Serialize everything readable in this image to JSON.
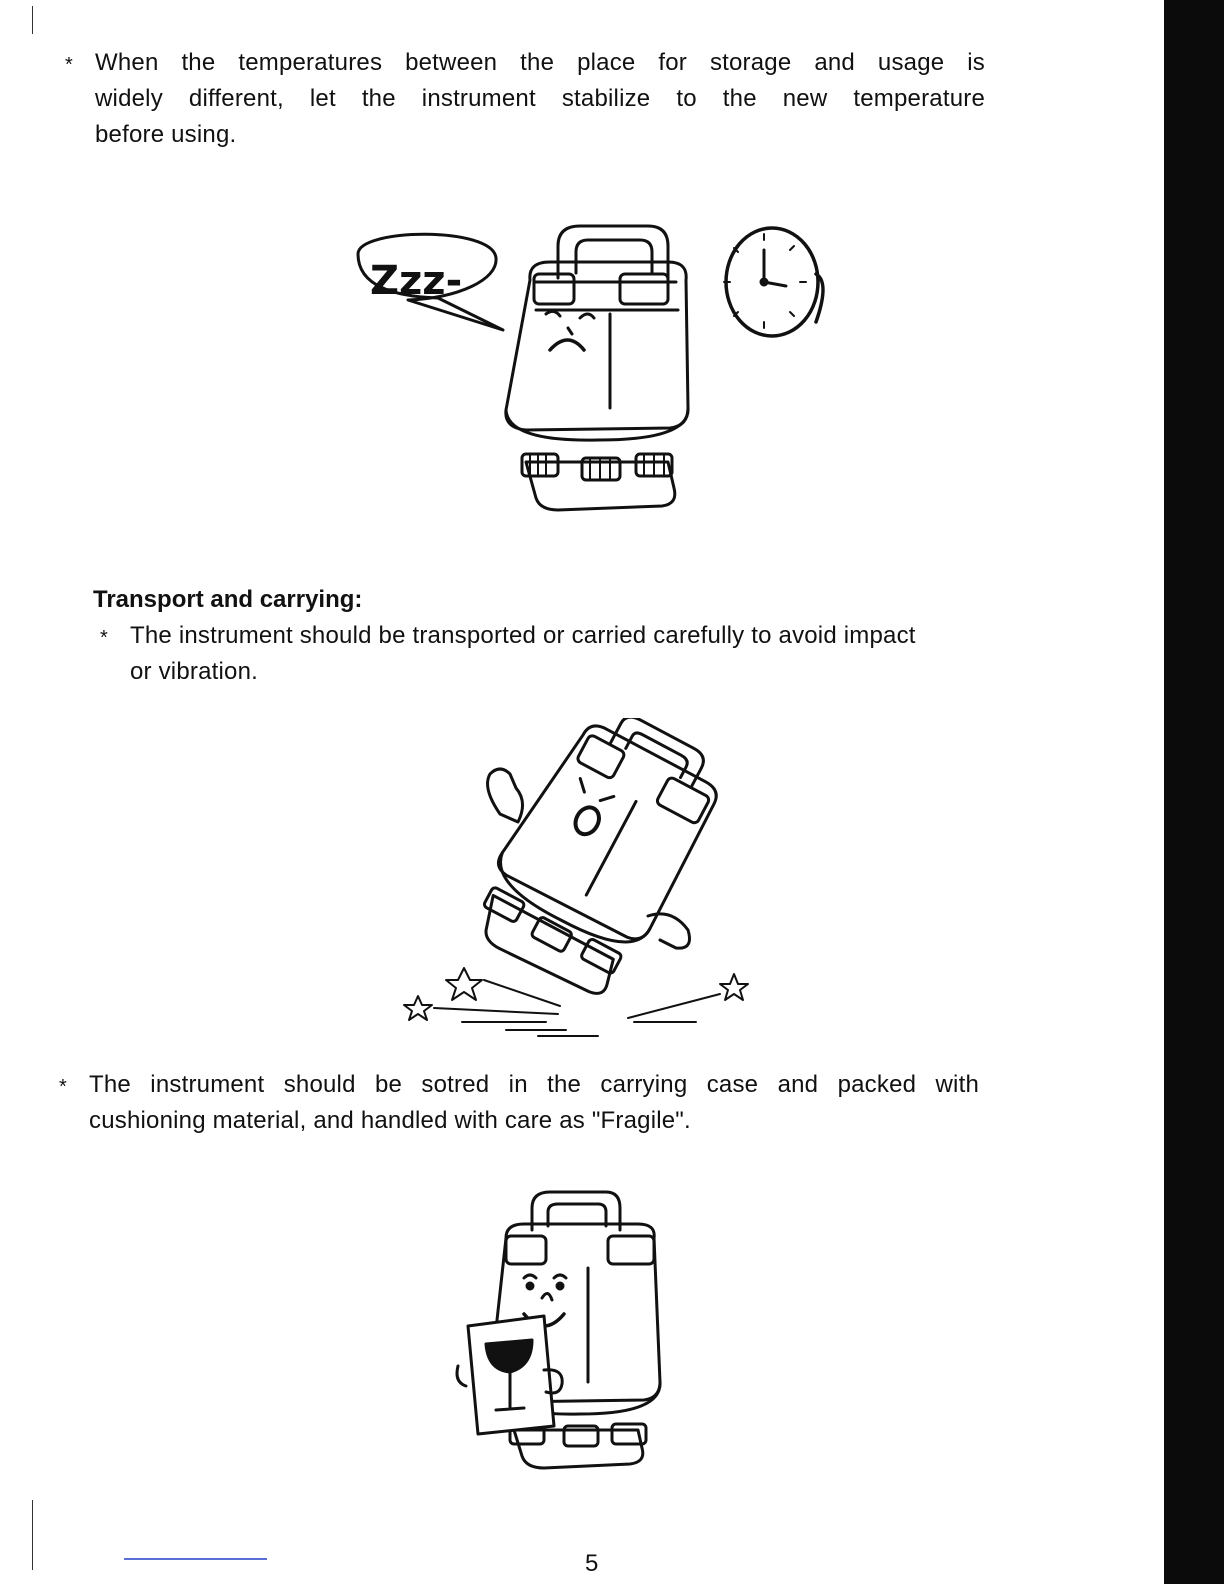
{
  "paragraphs": {
    "p1": {
      "bullet": "*",
      "lines": [
        "When the temperatures between the place for storage and usage is",
        "widely different, let the instrument stabilize to the new temperature",
        "before using."
      ]
    },
    "p2": {
      "bullet": "*",
      "lines": [
        "The instrument should be transported or carried carefully to avoid impact",
        "or vibration."
      ]
    },
    "p3": {
      "bullet": "*",
      "lines": [
        "The instrument should be sotred in the carrying case and packed with",
        "cushioning material, and handled with care as \"Fragile\"."
      ]
    }
  },
  "section_heading": "Transport and carrying:",
  "illustrations": {
    "sleeping": {
      "speech_bubble": "Zzz-"
    }
  },
  "page_number": "5"
}
